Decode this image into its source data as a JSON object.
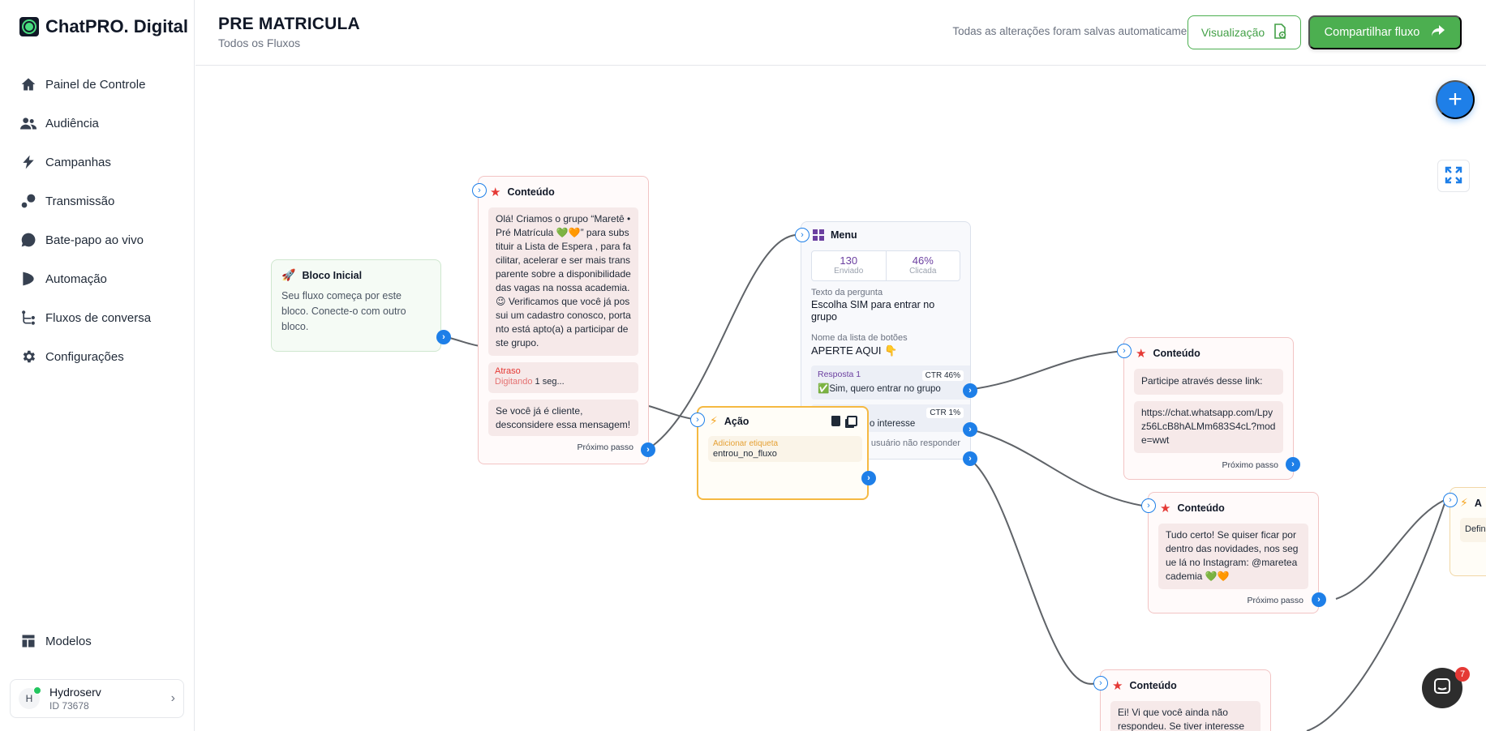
{
  "brand": {
    "name": "ChatPRO. Digital"
  },
  "nav": [
    {
      "label": "Painel de Controle",
      "icon": "home-icon"
    },
    {
      "label": "Audiência",
      "icon": "users-icon"
    },
    {
      "label": "Campanhas",
      "icon": "campaign-icon"
    },
    {
      "label": "Transmissão",
      "icon": "broadcast-icon"
    },
    {
      "label": "Bate-papo ao vivo",
      "icon": "chat-bubble-icon"
    },
    {
      "label": "Automação",
      "icon": "automation-icon"
    },
    {
      "label": "Fluxos de conversa",
      "icon": "flow-icon"
    },
    {
      "label": "Configurações",
      "icon": "gear-icon"
    }
  ],
  "models": {
    "label": "Modelos"
  },
  "user": {
    "initial": "H",
    "name": "Hydroserv",
    "id": "ID 73678"
  },
  "header": {
    "title": "PRE MATRICULA",
    "breadcrumb": "Todos os Fluxos",
    "save_status": "Todas as alterações foram salvas automaticamente",
    "preview_label": "Visualização",
    "share_label": "Compartilhar fluxo"
  },
  "nodes": {
    "start": {
      "title": "Bloco Inicial",
      "text": "Seu fluxo começa por este bloco. Conecte-o com outro bloco."
    },
    "content1": {
      "title": "Conteúdo",
      "message": "Olá! Criamos o grupo “Maretê • Pré Matrícula 💚🧡” para substituir a Lista de Espera , para facilitar, acelerar e ser mais transparente sobre a disponibilidade das vagas na nossa academia. 😉 Verificamos que você já possui um cadastro conosco, portanto está apto(a) a participar deste grupo.",
      "delay_label": "Atraso",
      "typing_label": "Digitando",
      "typing_value": "1 seg...",
      "message2": "Se você já é cliente, desconsidere essa mensagem!",
      "next_step": "Próximo passo"
    },
    "action": {
      "title": "Ação",
      "tag_label": "Adicionar etiqueta",
      "tag_value": "entrou_no_fluxo"
    },
    "menu": {
      "title": "Menu",
      "sent_value": "130",
      "sent_label": "Enviado",
      "click_value": "46%",
      "click_label": "Clicada",
      "question_label": "Texto da pergunta",
      "question_text": "Escolha SIM para entrar no grupo",
      "buttons_label": "Nome da lista de botões",
      "buttons_text": "APERTE AQUI 👇",
      "response1_label": "Resposta 1",
      "response1_ctr": "CTR 46%",
      "response1_text": "✅Sim, quero entrar no grupo",
      "response2_ctr": "CTR 1%",
      "response2_text": "o interesse",
      "no_reply_text": "usuário não responder"
    },
    "content2": {
      "title": "Conteúdo",
      "message": "Participe através desse link:",
      "link": "https://chat.whatsapp.com/Lpyz56LcB8hALMm683S4cL?mode=wwt",
      "next_step": "Próximo passo"
    },
    "content3": {
      "title": "Conteúdo",
      "message": "Tudo certo! Se quiser ficar por dentro das novidades, nos segue lá no Instagram: @mareteacademia 💚🧡",
      "next_step": "Próximo passo"
    },
    "content4": {
      "title": "Conteúdo",
      "message": "Ei! Vi que você ainda não respondeu. Se tiver interesse em e"
    },
    "action2": {
      "title": "A",
      "text": "Defin"
    }
  },
  "chat": {
    "badge": "7"
  },
  "colors": {
    "primary": "#1e7fe8",
    "green": "#4caf50",
    "content_border": "#f2c4c4",
    "action_border": "#f5b942",
    "menu_purple": "#6b3fa0"
  }
}
